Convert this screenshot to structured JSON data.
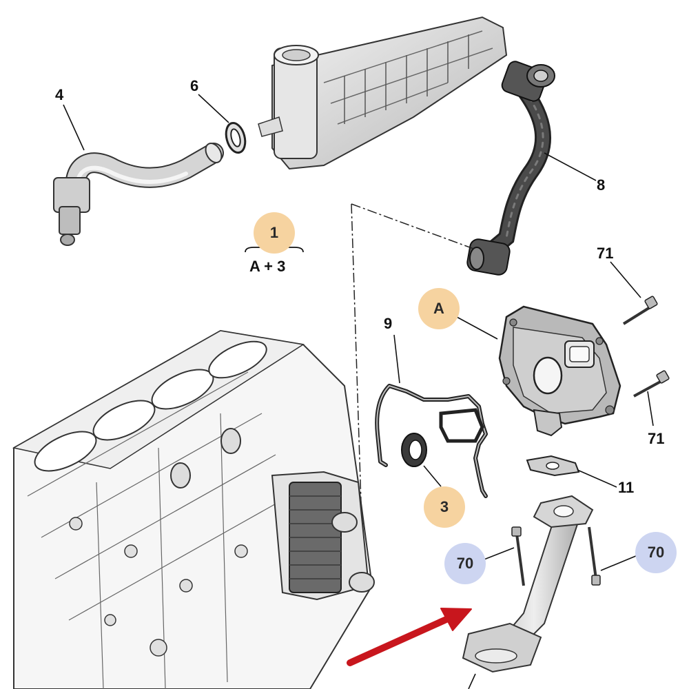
{
  "labels": {
    "p4": "4",
    "p6": "6",
    "p8": "8",
    "p9": "9",
    "p71a": "71",
    "p71b": "71",
    "p11": "11"
  },
  "callouts": {
    "c1": "1",
    "cA": "A",
    "c3": "3",
    "c70a": "70",
    "c70b": "70"
  },
  "assembly_note": "A + 3",
  "colors": {
    "callout_orange": "#f6d3a0",
    "callout_blue": "#cdd5f1",
    "arrow_red": "#c8161d",
    "line_art": "#222222",
    "part_fill": "#d8d8d8",
    "hose_dark": "#3a3a3a"
  }
}
